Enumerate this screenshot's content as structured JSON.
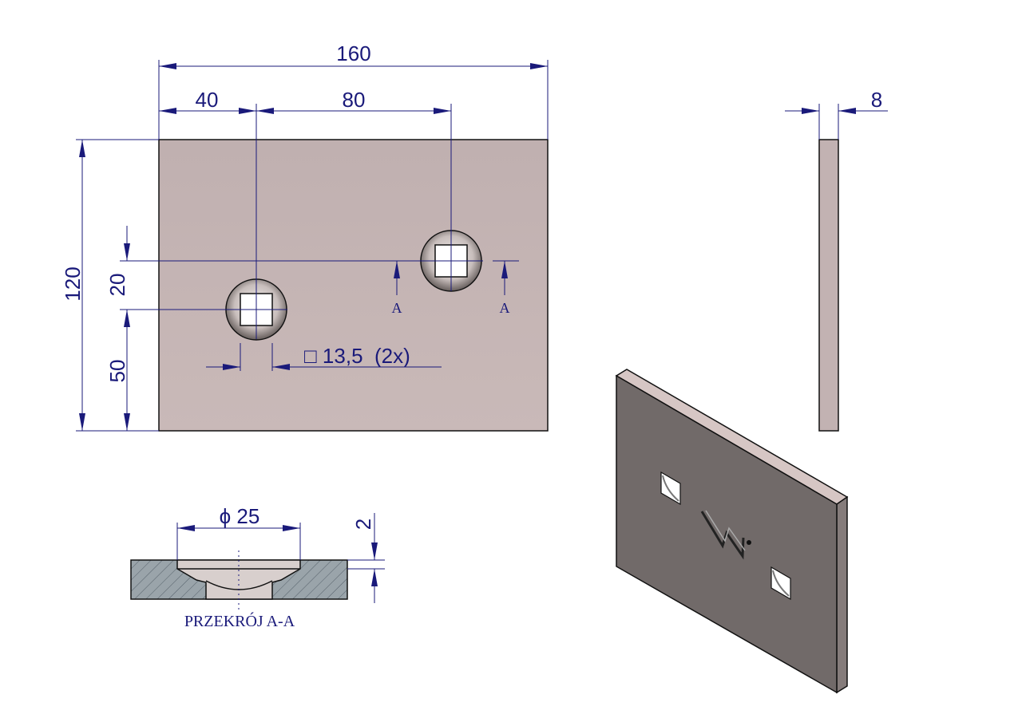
{
  "dimensions": {
    "overall_width": "160",
    "hole1_offset_x": "40",
    "hole_spacing_x": "80",
    "thickness": "8",
    "overall_height": "120",
    "hole_offset_y": "20",
    "hole1_offset_y": "50",
    "square_size": "□ 13,5  (2x)",
    "counterbore_diameter": "ϕ 25",
    "counterbore_depth": "2"
  },
  "section_markers": [
    "A",
    "A"
  ],
  "section_title": "PRZEKRÓJ A-A",
  "colors": {
    "dimension": "#1a1a7a",
    "plate": "#c4b4b4",
    "plate_iso": "#716a69"
  }
}
